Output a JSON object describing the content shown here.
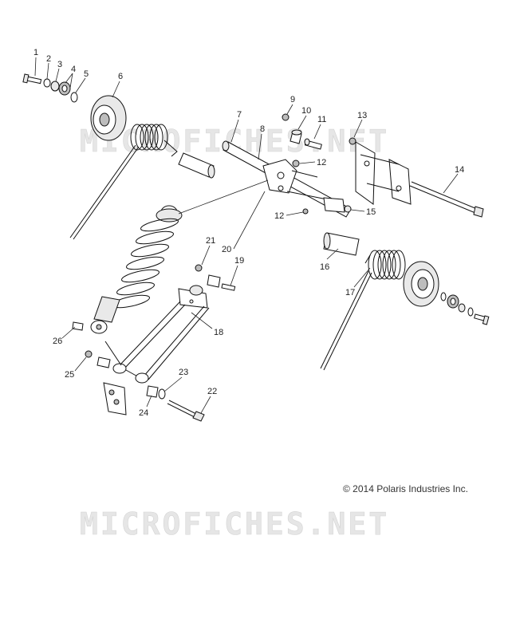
{
  "watermark": "MICROFICHES.NET",
  "copyright": "© 2014 Polaris Industries Inc.",
  "part_numbers": [
    "1",
    "2",
    "3",
    "4",
    "5",
    "6",
    "7",
    "8",
    "9",
    "10",
    "11",
    "12",
    "13",
    "14",
    "15",
    "12",
    "16",
    "17",
    "21",
    "19",
    "20",
    "18",
    "26",
    "25",
    "23",
    "22",
    "24"
  ],
  "colors": {
    "line": "#111111",
    "watermark": "#e6e6e6"
  }
}
